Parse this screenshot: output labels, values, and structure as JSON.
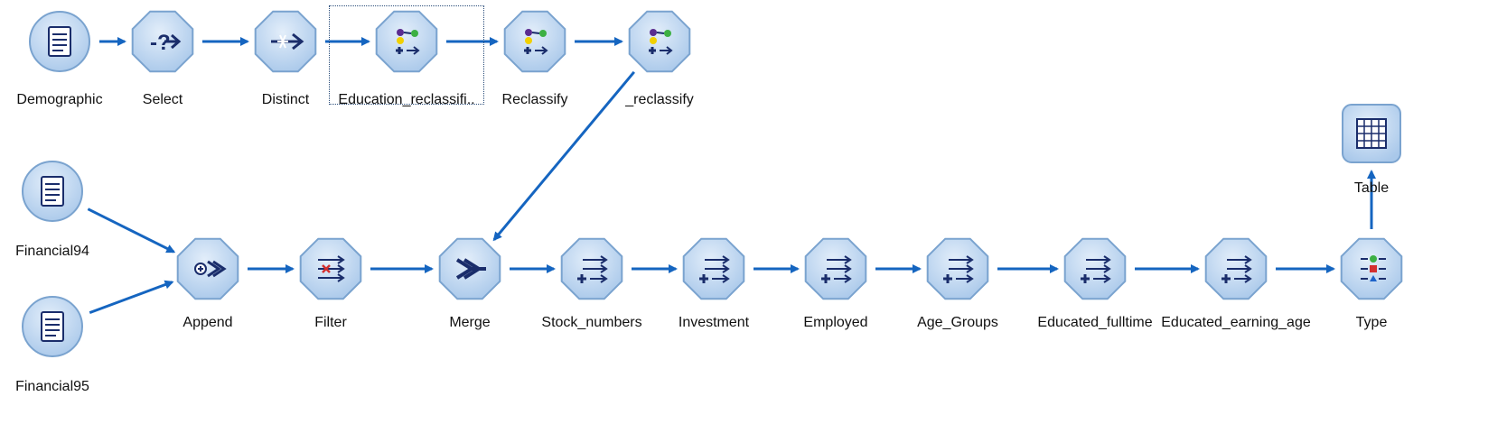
{
  "nodes": [
    {
      "id": "demographic",
      "label": "Demographic",
      "shape": "circle",
      "icon": "document-icon"
    },
    {
      "id": "select",
      "label": "Select",
      "shape": "hex",
      "icon": "select-icon"
    },
    {
      "id": "distinct",
      "label": "Distinct",
      "shape": "hex",
      "icon": "distinct-icon"
    },
    {
      "id": "education_reclassify",
      "label": "Education_reclassifi..",
      "shape": "hex",
      "icon": "reclassify-icon",
      "selected": true
    },
    {
      "id": "reclassify",
      "label": "Reclassify",
      "shape": "hex",
      "icon": "reclassify-icon"
    },
    {
      "id": "_reclassify",
      "label": "_reclassify",
      "shape": "hex",
      "icon": "reclassify-icon"
    },
    {
      "id": "financial94",
      "label": "Financial94",
      "shape": "circle",
      "icon": "document-icon"
    },
    {
      "id": "financial95",
      "label": "Financial95",
      "shape": "circle",
      "icon": "document-icon"
    },
    {
      "id": "append",
      "label": "Append",
      "shape": "hex",
      "icon": "append-icon"
    },
    {
      "id": "filter",
      "label": "Filter",
      "shape": "hex",
      "icon": "filter-icon"
    },
    {
      "id": "merge",
      "label": "Merge",
      "shape": "hex",
      "icon": "merge-icon"
    },
    {
      "id": "stock_numbers",
      "label": "Stock_numbers",
      "shape": "hex",
      "icon": "derive-icon"
    },
    {
      "id": "investment",
      "label": "Investment",
      "shape": "hex",
      "icon": "derive-icon"
    },
    {
      "id": "employed",
      "label": "Employed",
      "shape": "hex",
      "icon": "derive-icon"
    },
    {
      "id": "age_groups",
      "label": "Age_Groups",
      "shape": "hex",
      "icon": "derive-icon"
    },
    {
      "id": "educated_fulltime",
      "label": "Educated_fulltime",
      "shape": "hex",
      "icon": "derive-icon"
    },
    {
      "id": "educated_earning_age",
      "label": "Educated_earning_age",
      "shape": "hex",
      "icon": "derive-icon"
    },
    {
      "id": "type",
      "label": "Type",
      "shape": "hex",
      "icon": "type-icon"
    },
    {
      "id": "table",
      "label": "Table",
      "shape": "square",
      "icon": "table-icon"
    }
  ],
  "edges": [
    [
      "demographic",
      "select"
    ],
    [
      "select",
      "distinct"
    ],
    [
      "distinct",
      "education_reclassify"
    ],
    [
      "education_reclassify",
      "reclassify"
    ],
    [
      "reclassify",
      "_reclassify"
    ],
    [
      "_reclassify",
      "merge"
    ],
    [
      "financial94",
      "append"
    ],
    [
      "financial95",
      "append"
    ],
    [
      "append",
      "filter"
    ],
    [
      "filter",
      "merge"
    ],
    [
      "merge",
      "stock_numbers"
    ],
    [
      "stock_numbers",
      "investment"
    ],
    [
      "investment",
      "employed"
    ],
    [
      "employed",
      "age_groups"
    ],
    [
      "age_groups",
      "educated_fulltime"
    ],
    [
      "educated_fulltime",
      "educated_earning_age"
    ],
    [
      "educated_earning_age",
      "type"
    ],
    [
      "type",
      "table"
    ]
  ],
  "colors": {
    "edge": "#1565c0",
    "node_fill": "#a9c8ea",
    "node_fill_light": "#e3eefa",
    "node_stroke": "#7aa3cf",
    "icon": "#1a2d6b"
  }
}
